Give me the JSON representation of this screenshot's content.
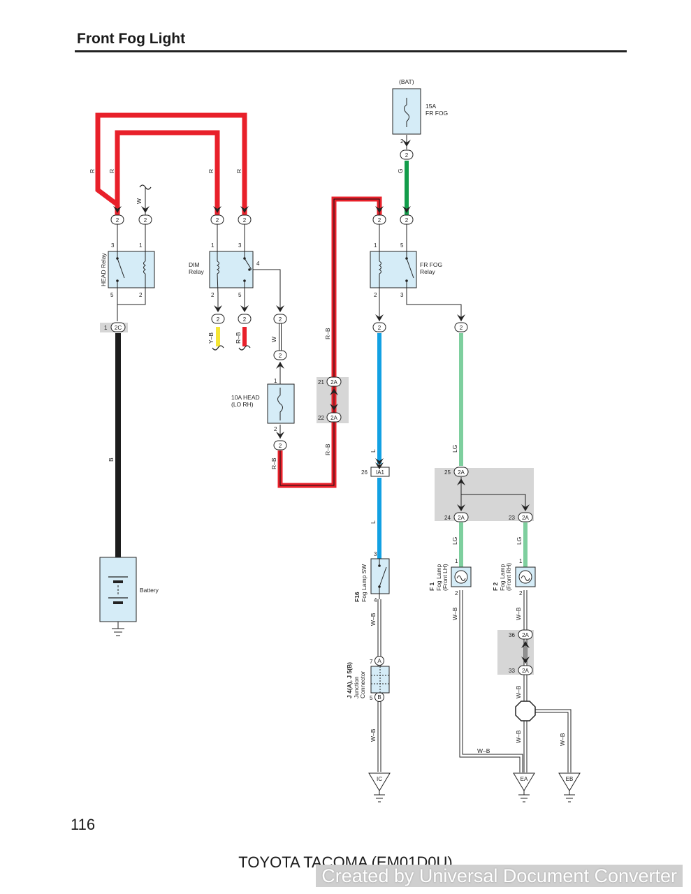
{
  "header": {
    "title": "Front Fog Light"
  },
  "page_number": "116",
  "footer": "TOYOTA TACOMA (EM01D0U)",
  "watermark": "Created by Universal Document Converter",
  "components": {
    "bat": "(BAT)",
    "fuse_fr_fog": [
      "15A",
      "FR FOG"
    ],
    "head_relay": "HEAD Relay",
    "dim_relay": [
      "DIM",
      "Relay"
    ],
    "fr_fog_relay": [
      "FR FOG",
      "Relay"
    ],
    "fuse_head_lo_rh": [
      "10A HEAD",
      "(LO RH)"
    ],
    "battery": "Battery",
    "fog_lamp_sw": {
      "code": "F16",
      "name": "Fog Lamp SW"
    },
    "junction_connector": {
      "code": "J 4(A), J 5(B)",
      "name": [
        "Junction",
        "Connector"
      ]
    },
    "fog_lamp_lh": {
      "code": "F 1",
      "name": [
        "Fog Lamp",
        "(Front LH)"
      ]
    },
    "fog_lamp_rh": {
      "code": "F 2",
      "name": [
        "Fog Lamp",
        "(Front RH)"
      ]
    }
  },
  "wire_labels": {
    "R": "R",
    "W": "W",
    "G": "G",
    "Y_B": "Y–B",
    "R_B": "R–B",
    "B": "B",
    "L": "L",
    "LG": "LG",
    "W_B": "W–B"
  },
  "connectors": {
    "c2": "2",
    "c2C": "2C",
    "c2A": "2A",
    "cIA1": "IA1",
    "cA": "A",
    "cB": "B"
  },
  "pins": {
    "p1": "1",
    "p2": "2",
    "p3": "3",
    "p4": "4",
    "p5": "5",
    "p7": "7",
    "p21": "21",
    "p22": "22",
    "p23": "23",
    "p24": "24",
    "p25": "25",
    "p26": "26",
    "p33": "33",
    "p36": "36"
  },
  "grounds": {
    "IC": "IC",
    "EA": "EA",
    "EB": "EB"
  },
  "colors": {
    "red": "#e8202a",
    "green": "#129c4a",
    "yellow": "#f5e534",
    "blue": "#12a1e3",
    "light_green": "#7ecf9e",
    "black": "#1d1d1d",
    "component_fill": "#d5ecf7",
    "shade": "#d6d6d6"
  }
}
